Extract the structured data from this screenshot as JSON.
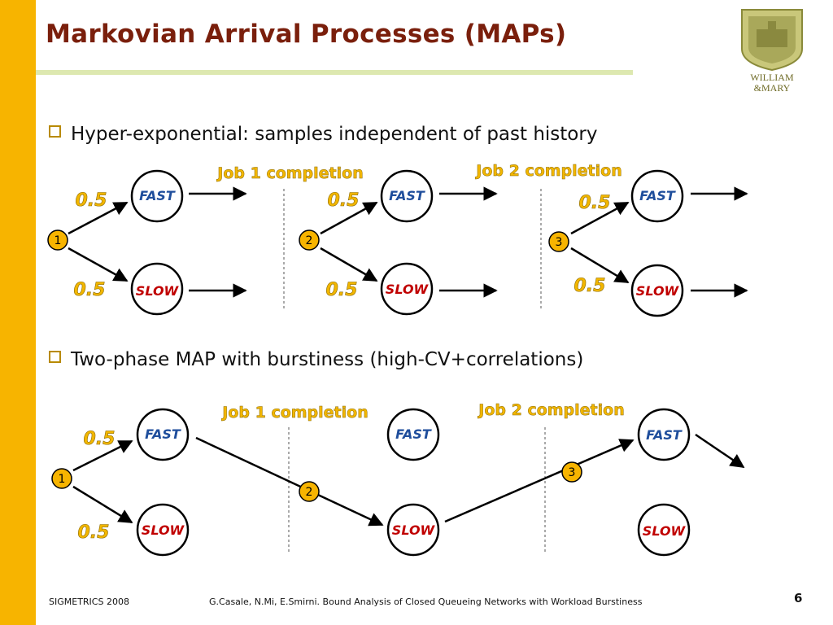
{
  "slide": {
    "title": "Markovian Arrival Processes (MAPs)",
    "bullets": [
      "Hyper-exponential: samples independent of past history",
      "Two-phase MAP with burstiness (high-CV+correlations)"
    ],
    "footer_left": "SIGMETRICS 2008",
    "footer_center": "G.Casale, N.Mi, E.Smirni. Bound Analysis of Closed Queueing Networks with Workload Burstiness",
    "page_number": "6",
    "logo": {
      "line1": "WILLIAM",
      "line2": "&MARY"
    }
  },
  "diagram": {
    "labels": {
      "fast": "FAST",
      "slow": "SLOW",
      "prob": "0.5",
      "job1": "Job 1 completion",
      "job2": "Job 2 completion"
    },
    "step_numbers": [
      "1",
      "2",
      "3"
    ]
  },
  "colors": {
    "sidebar": "#f7b400",
    "title": "#7a1f0c",
    "fast_text": "#1f4e9c",
    "slow_text": "#c00000",
    "annotation_text": "#f2b600",
    "token_fill": "#f7b400"
  }
}
